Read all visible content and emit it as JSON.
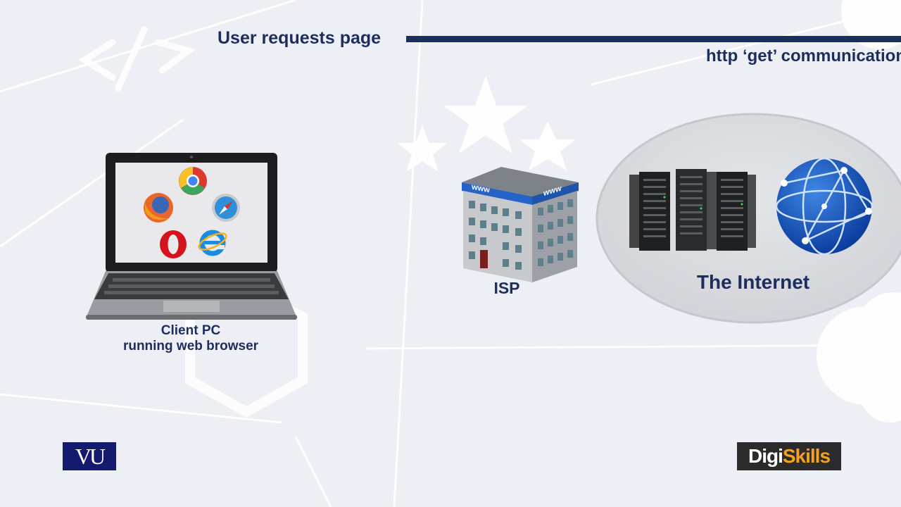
{
  "diagram": {
    "request_label": "User requests page",
    "http_label": "http ‘get’ communication",
    "client_caption_line1": "Client PC",
    "client_caption_line2": "running web browser",
    "isp_caption": "ISP",
    "internet_caption": "The Internet",
    "building_sign_left": "www",
    "building_sign_right": "www"
  },
  "branding": {
    "vu_logo": "VU",
    "digiskills_logo_part1": "Digi",
    "digiskills_logo_part2": "Skills"
  },
  "colors": {
    "text": "#1b2e5e",
    "background": "#eeeff4",
    "accent_orange": "#f4a11d",
    "vu_blue": "#141a6e"
  }
}
